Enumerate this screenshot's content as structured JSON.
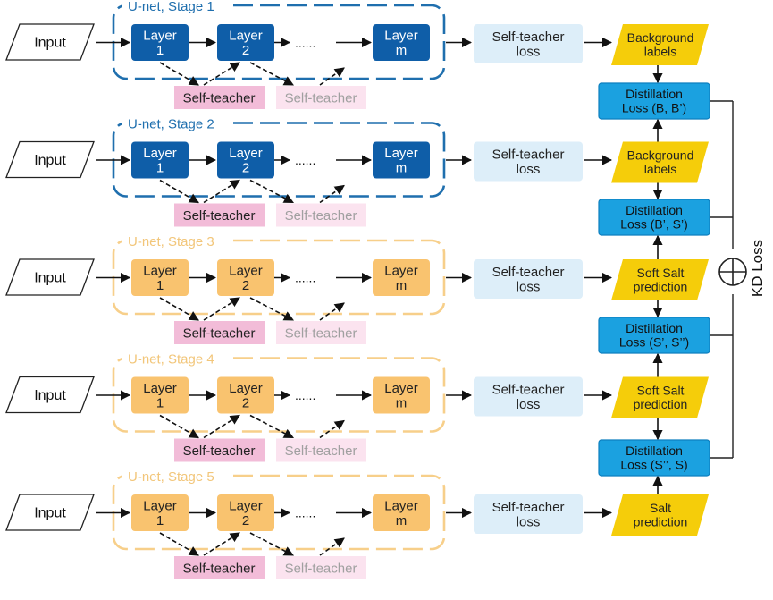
{
  "stages": [
    {
      "title": "U-net, Stage 1",
      "input": "Input",
      "layers": [
        [
          "Layer",
          "1"
        ],
        [
          "Layer",
          "2"
        ],
        [
          "Layer",
          "m"
        ]
      ],
      "ellipsis": "......",
      "self_teachers": [
        "Self-teacher",
        "Self-teacher"
      ],
      "loss": [
        "Self-teacher",
        "loss"
      ],
      "label": [
        "Background",
        "labels"
      ],
      "colors": {
        "frame": "#1f6fae",
        "title": "#1f6fae",
        "layer": "#0f5ea8",
        "layer_text": "#ffffff",
        "st1": "#f2bcd8",
        "st1_text": "#222222",
        "st2": "#fbe3ef",
        "st2_text": "#a0a0a0"
      }
    },
    {
      "title": "U-net, Stage 2",
      "input": "Input",
      "layers": [
        [
          "Layer",
          "1"
        ],
        [
          "Layer",
          "2"
        ],
        [
          "Layer",
          "m"
        ]
      ],
      "ellipsis": "......",
      "self_teachers": [
        "Self-teacher",
        "Self-teacher"
      ],
      "loss": [
        "Self-teacher",
        "loss"
      ],
      "label": [
        "Background",
        "labels"
      ],
      "colors": {
        "frame": "#1f6fae",
        "title": "#1f6fae",
        "layer": "#0f5ea8",
        "layer_text": "#ffffff",
        "st1": "#f2bcd8",
        "st1_text": "#222222",
        "st2": "#fbe3ef",
        "st2_text": "#a0a0a0"
      }
    },
    {
      "title": "U-net, Stage 3",
      "input": "Input",
      "layers": [
        [
          "Layer",
          "1"
        ],
        [
          "Layer",
          "2"
        ],
        [
          "Layer",
          "m"
        ]
      ],
      "ellipsis": "......",
      "self_teachers": [
        "Self-teacher",
        "Self-teacher"
      ],
      "loss": [
        "Self-teacher",
        "loss"
      ],
      "label": [
        "Soft Salt",
        "prediction"
      ],
      "colors": {
        "frame": "#f7cf8a",
        "title": "#f2c67a",
        "layer": "#f9c36f",
        "layer_text": "#222222",
        "st1": "#f2bcd8",
        "st1_text": "#222222",
        "st2": "#fbe3ef",
        "st2_text": "#a0a0a0"
      }
    },
    {
      "title": "U-net, Stage 4",
      "input": "Input",
      "layers": [
        [
          "Layer",
          "1"
        ],
        [
          "Layer",
          "2"
        ],
        [
          "Layer",
          "m"
        ]
      ],
      "ellipsis": "......",
      "self_teachers": [
        "Self-teacher",
        "Self-teacher"
      ],
      "loss": [
        "Self-teacher",
        "loss"
      ],
      "label": [
        "Soft Salt",
        "prediction"
      ],
      "colors": {
        "frame": "#f7cf8a",
        "title": "#f2c67a",
        "layer": "#f9c36f",
        "layer_text": "#222222",
        "st1": "#f2bcd8",
        "st1_text": "#222222",
        "st2": "#fbe3ef",
        "st2_text": "#a0a0a0"
      }
    },
    {
      "title": "U-net, Stage 5",
      "input": "Input",
      "layers": [
        [
          "Layer",
          "1"
        ],
        [
          "Layer",
          "2"
        ],
        [
          "Layer",
          "m"
        ]
      ],
      "ellipsis": "......",
      "self_teachers": [
        "Self-teacher",
        "Self-teacher"
      ],
      "loss": [
        "Self-teacher",
        "loss"
      ],
      "label": [
        "Salt",
        "prediction"
      ],
      "colors": {
        "frame": "#f7cf8a",
        "title": "#f2c67a",
        "layer": "#f9c36f",
        "layer_text": "#222222",
        "st1": "#f2bcd8",
        "st1_text": "#222222",
        "st2": "#fbe3ef",
        "st2_text": "#a0a0a0"
      }
    }
  ],
  "distillation_losses": [
    [
      "Distillation",
      "Loss (B, B’)"
    ],
    [
      "Distillation",
      "Loss (B’, S’)"
    ],
    [
      "Distillation",
      "Loss (S’, S’’)"
    ],
    [
      "Distillation",
      "Loss (S’’, S)"
    ]
  ],
  "kd_loss_label": "KD Loss",
  "kd_symbol": "oplus",
  "colors": {
    "loss_box": "#ddeef9",
    "label_box": "#f5cd0a",
    "distill_box": "#1ba1e0",
    "distill_border": "#0d7fbf",
    "arrow": "#111111"
  }
}
